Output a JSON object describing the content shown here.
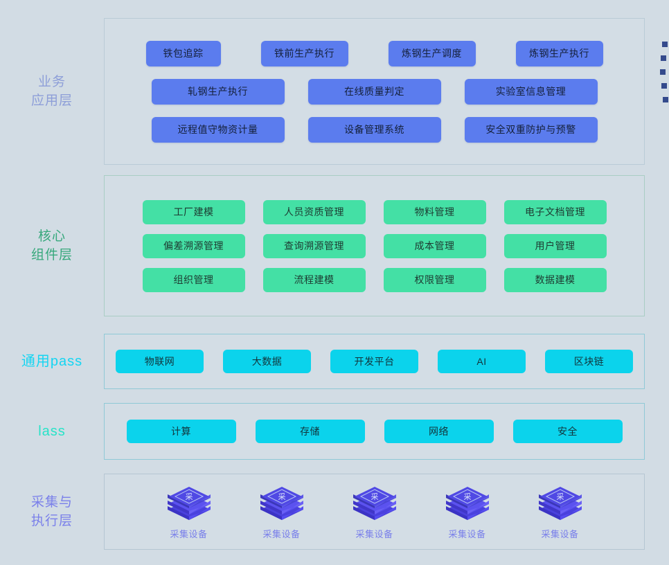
{
  "background_color": "#d2dce4",
  "layers": [
    {
      "id": "business",
      "label": "业务\n应用层",
      "label_color": "#8d9ed8",
      "chip_color": "#5b7cee",
      "rows": [
        [
          "铁包追踪",
          "铁前生产执行",
          "炼钢生产调度",
          "炼钢生产执行"
        ],
        [
          "轧钢生产执行",
          "在线质量判定",
          "实验室信息管理"
        ],
        [
          "远程值守物资计量",
          "设备管理系统",
          "安全双重防护与预警"
        ]
      ]
    },
    {
      "id": "core",
      "label": "核心\n组件层",
      "label_color": "#37a87c",
      "chip_color": "#44e0a5",
      "rows": [
        [
          "工厂建模",
          "人员资质管理",
          "物料管理",
          "电子文档管理"
        ],
        [
          "偏差溯源管理",
          "查询溯源管理",
          "成本管理",
          "用户管理"
        ],
        [
          "组织管理",
          "流程建模",
          "权限管理",
          "数据建模"
        ]
      ]
    },
    {
      "id": "paas",
      "label": "通用pass",
      "label_color": "#14d5f2",
      "chip_color": "#0bd3ec",
      "rows": [
        [
          "物联网",
          "大数据",
          "开发平台",
          "AI",
          "区块链"
        ]
      ]
    },
    {
      "id": "iaas",
      "label": "lass",
      "label_color": "#27e3c8",
      "chip_color": "#0bd3ec",
      "rows": [
        [
          "计算",
          "存储",
          "网络",
          "安全"
        ]
      ]
    },
    {
      "id": "device",
      "label": "采集与\n执行层",
      "label_color": "#7a80ea",
      "chip_color": "#5b55e8",
      "devices": [
        {
          "icon": "collection-device-icon",
          "label": "采集设备",
          "glyph": "采"
        },
        {
          "icon": "collection-device-icon",
          "label": "采集设备",
          "glyph": "采"
        },
        {
          "icon": "collection-device-icon",
          "label": "采集设备",
          "glyph": "采"
        },
        {
          "icon": "collection-device-icon",
          "label": "采集设备",
          "glyph": "采"
        },
        {
          "icon": "collection-device-icon",
          "label": "采集设备",
          "glyph": "采"
        }
      ]
    }
  ],
  "edge_markers": {
    "count": 5,
    "color": "#344a8c"
  }
}
